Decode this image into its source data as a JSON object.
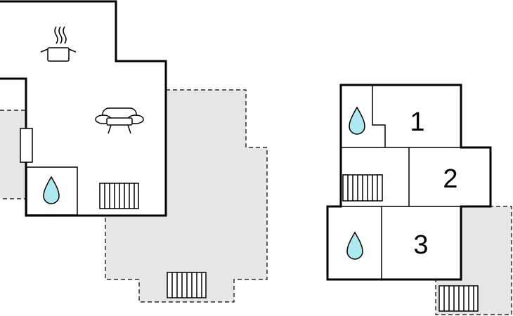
{
  "plan": {
    "room_numbers": [
      "1",
      "2",
      "3"
    ]
  },
  "icons": {
    "kitchen": "cooking-pot-icon",
    "living": "sofa-icon",
    "bathroom": "water-drop-icon",
    "stairs": "staircase-icon"
  },
  "colors": {
    "terrace_fill": "#e6e6e6",
    "water_drop": "#aee8f0",
    "walls": "#000000"
  }
}
